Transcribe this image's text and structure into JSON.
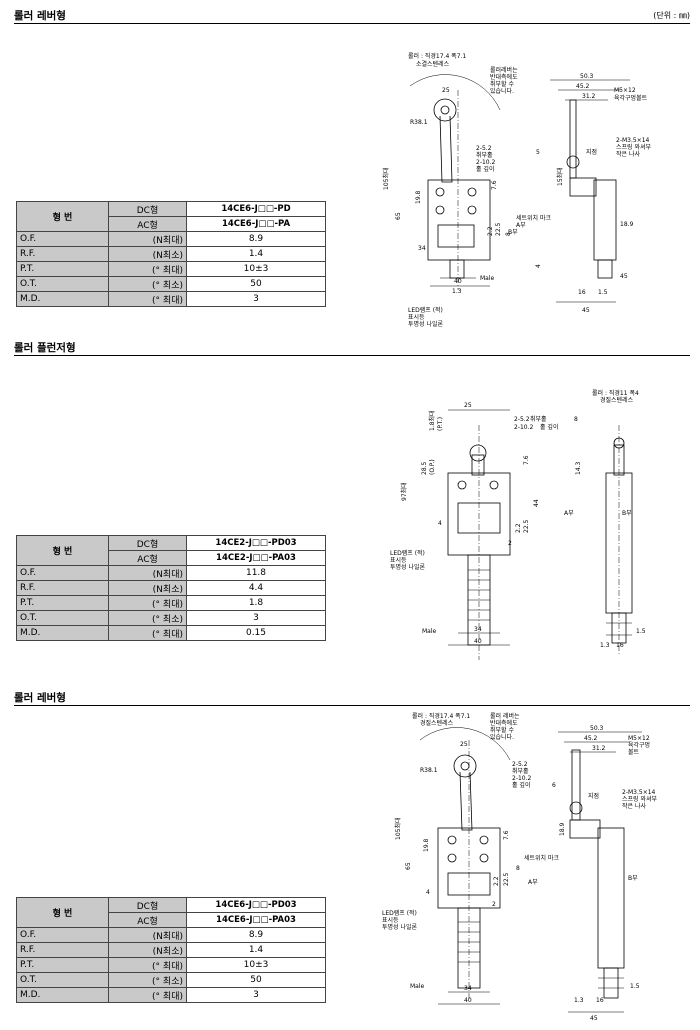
{
  "unit_note": "(단위 : ㎜)",
  "sections": [
    {
      "title": "롤러 레버형",
      "table": {
        "header": "형 번",
        "models": [
          {
            "current": "DC형",
            "code": "14CE6-J□□-PD"
          },
          {
            "current": "AC형",
            "code": "14CE6-J□□-PA"
          }
        ],
        "rows": [
          {
            "param": "O.F.",
            "unit": "(N최대)",
            "value": "8.9"
          },
          {
            "param": "R.F.",
            "unit": "(N최소)",
            "value": "1.4"
          },
          {
            "param": "P.T.",
            "unit": "(°  최대)",
            "value": "10±3"
          },
          {
            "param": "O.T.",
            "unit": "(°  최소)",
            "value": "50"
          },
          {
            "param": "M.D.",
            "unit": "(°  최대)",
            "value": "3"
          }
        ]
      },
      "drawing": {
        "roller_note": "롤러 : 직경17.4 폭7.1",
        "roller_note2": "소결스텐레스",
        "lever_note": "롤러레버는",
        "lever_note2": "반대측에도",
        "lever_note3": "취부할 수",
        "lever_note4": "있습니다.",
        "dims": [
          "25",
          "R38.1",
          "50.3",
          "45.2",
          "31.2",
          "M5×12",
          "육각구멍볼트",
          "2-5.2",
          "취부홀",
          "2-10.2",
          "홀 깊이",
          "5",
          "지점",
          "2-M3.5×14",
          "스프링 와셔부",
          "작은 나사",
          "105최대",
          "65",
          "19.8",
          "7.6",
          "2.2",
          "22.5",
          "8",
          "세트위치 마크",
          "A부",
          "B부",
          "18.9",
          "15최대",
          "4",
          "34",
          "40",
          "1.3",
          "16",
          "1.5",
          "45",
          "Male"
        ],
        "led_note": "LED램프 (적)",
        "led_note2": "표시등",
        "led_note3": "투명성 나일론"
      }
    },
    {
      "title": "롤러 플런저형",
      "table": {
        "header": "형 번",
        "models": [
          {
            "current": "DC형",
            "code": "14CE2-J□□-PD03"
          },
          {
            "current": "AC형",
            "code": "14CE2-J□□-PA03"
          }
        ],
        "rows": [
          {
            "param": "O.F.",
            "unit": "(N최대)",
            "value": "11.8"
          },
          {
            "param": "R.F.",
            "unit": "(N최소)",
            "value": "4.4"
          },
          {
            "param": "P.T.",
            "unit": "(°  최대)",
            "value": "1.8"
          },
          {
            "param": "O.T.",
            "unit": "(°  최소)",
            "value": "3"
          },
          {
            "param": "M.D.",
            "unit": "(°  최대)",
            "value": "0.15"
          }
        ]
      },
      "drawing": {
        "roller_note": "롤러 : 직경11 폭4",
        "roller_note2": "경질스텐레스",
        "dims": [
          "25",
          "1.8최대",
          "(P.T.)",
          "28.5",
          "(O.P.)",
          "97최대",
          "2-5.2",
          "취부홀",
          "2-10.2",
          "홀 깊이",
          "8",
          "7.6",
          "14.3",
          "2.2",
          "22.5",
          "44",
          "A부",
          "B부",
          "4",
          "2",
          "Male",
          "34",
          "40",
          "1.3",
          "16",
          "1.5"
        ],
        "led_note": "LED램프 (적)",
        "led_note2": "표시등",
        "led_note3": "투명성 나일론"
      }
    },
    {
      "title": "롤러 레버형",
      "table": {
        "header": "형 번",
        "models": [
          {
            "current": "DC형",
            "code": "14CE6-J□□-PD03"
          },
          {
            "current": "AC형",
            "code": "14CE6-J□□-PA03"
          }
        ],
        "rows": [
          {
            "param": "O.F.",
            "unit": "(N최대)",
            "value": "8.9"
          },
          {
            "param": "R.F.",
            "unit": "(N최소)",
            "value": "1.4"
          },
          {
            "param": "P.T.",
            "unit": "(°  최대)",
            "value": "10±3"
          },
          {
            "param": "O.T.",
            "unit": "(°  최소)",
            "value": "50"
          },
          {
            "param": "M.D.",
            "unit": "(°  최대)",
            "value": "3"
          }
        ]
      },
      "drawing": {
        "roller_note": "롤러 : 직경17.4 폭7.1",
        "roller_note2": "경질스텐레스",
        "lever_note": "롤러 레버는",
        "lever_note2": "반대측에도",
        "lever_note3": "취부할 수",
        "lever_note4": "있습니다.",
        "dims": [
          "25",
          "R38.1",
          "50.3",
          "45.2",
          "31.2",
          "M5×12",
          "육각구멍",
          "볼트",
          "2-5.2",
          "취부홀",
          "2-10.2",
          "홀 깊이",
          "6",
          "지점",
          "2-M3.5×14",
          "스프링 와셔부",
          "작은 나사",
          "105최대",
          "65",
          "19.8",
          "7.6",
          "2.2",
          "22.5",
          "8",
          "세트위치 마크",
          "A부",
          "B부",
          "18.9",
          "4",
          "2",
          "Male",
          "34",
          "40",
          "1.3",
          "16",
          "1.5",
          "45"
        ],
        "led_note": "LED램프 (적)",
        "led_note2": "표시등",
        "led_note3": "투명성 나일론"
      }
    }
  ]
}
